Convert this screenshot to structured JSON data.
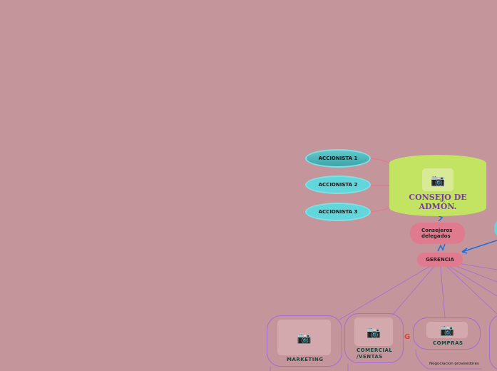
{
  "shareholders": [
    "ACCIONISTA 1",
    "ACCIONISTA 2",
    "ACCIONISTA 3"
  ],
  "board": {
    "title": "CONSEJO DE ADMÓN.",
    "image_icon": "camera-icon"
  },
  "delegates": {
    "label_line1": "Consejeros",
    "label_line2": "delegados"
  },
  "management": {
    "label": "GERENCIA"
  },
  "departments": [
    {
      "label": "MARKETING"
    },
    {
      "label_line1": "COMERCIAL",
      "label_line2": "/VENTAS"
    },
    {
      "label": "COMPRAS",
      "sub": "Negociacion proveedores"
    }
  ],
  "colors": {
    "background": "#c4959a",
    "board": "#c3e462",
    "shareholder": "#62d6da",
    "pill": "#e07a8e",
    "branch": "#a56bd6",
    "arrow": "#1a6fe0"
  }
}
